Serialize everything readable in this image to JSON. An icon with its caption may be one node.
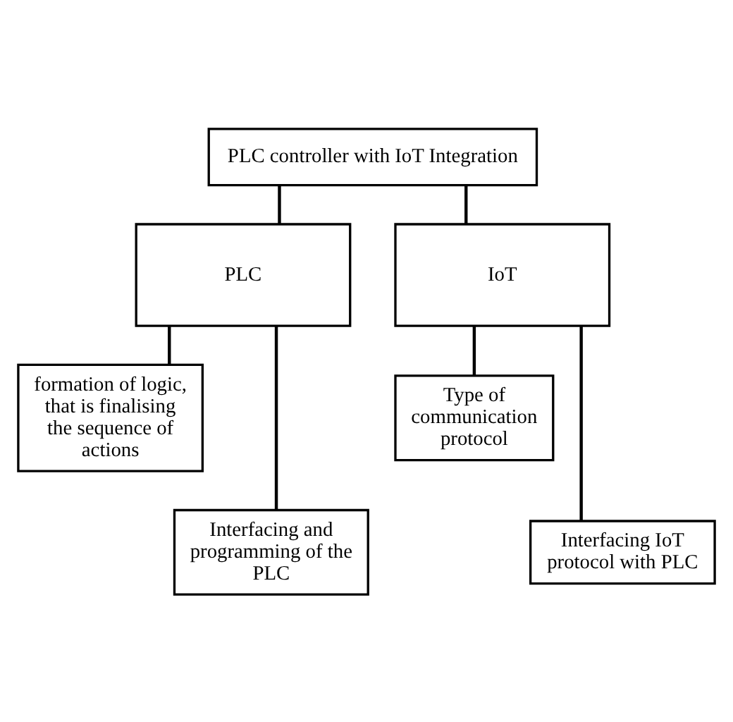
{
  "diagram": {
    "nodes": [
      {
        "text": [
          "PLC controller with IoT Integration"
        ]
      },
      {
        "text": [
          "PLC"
        ]
      },
      {
        "text": [
          "IoT"
        ]
      },
      {
        "text": [
          "formation of logic, that is finalising the sequence of actions"
        ]
      },
      {
        "text": [
          "Interfacing and programming of the PLC"
        ]
      },
      {
        "text": [
          "Type of communication protocol"
        ]
      },
      {
        "text": [
          "Interfacing IoT protocol with PLC"
        ]
      }
    ],
    "edges": [
      {
        "from": 0,
        "to": 1,
        "arrow": "none"
      },
      {
        "from": 0,
        "to": 2,
        "arrow": "none"
      },
      {
        "from": 1,
        "to": 3,
        "arrow": "none"
      },
      {
        "from": 1,
        "to": 4,
        "arrow": "none"
      },
      {
        "from": 2,
        "to": 5,
        "arrow": "none"
      },
      {
        "from": 2,
        "to": 6,
        "arrow": "none"
      }
    ]
  }
}
